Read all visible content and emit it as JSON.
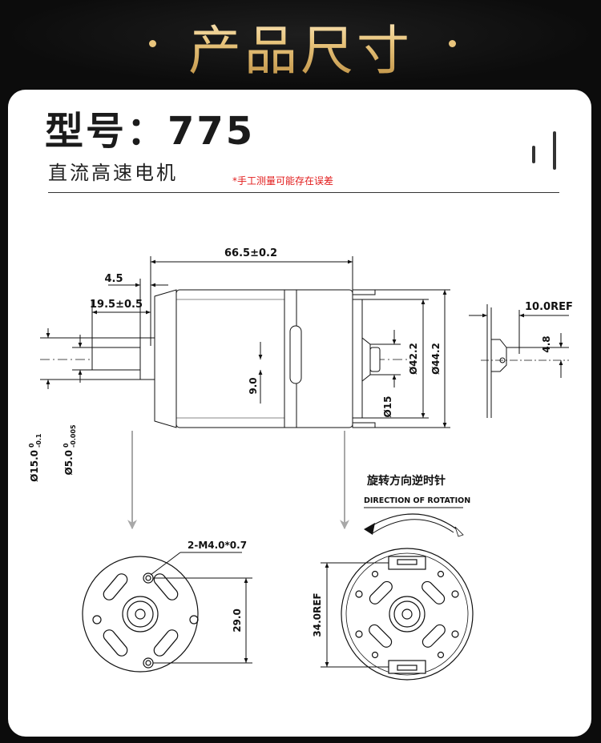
{
  "header": {
    "title": "产品尺寸"
  },
  "card": {
    "model_title": "型号：775",
    "subtitle": "直流高速电机",
    "note": "*手工测量可能存在误差"
  },
  "dimensions": {
    "total_length": "66.5±0.2",
    "shaft_step": "4.5",
    "shaft_length": "19.5±0.5",
    "boss_diameter": "Ø15.0",
    "boss_diameter_tol_upper": "0",
    "boss_diameter_tol_lower": "-0.1",
    "shaft_diameter": "Ø5.0",
    "shaft_diameter_tol_upper": "0",
    "shaft_diameter_tol_lower": "-0.005",
    "offset_9": "9.0",
    "diameter_42": "Ø42.2",
    "diameter_44": "Ø44.2",
    "diameter_15": "Ø15",
    "terminal_ref": "10.0REF",
    "terminal_height": "4.8",
    "screw_holes": "2-M4.0*0.7",
    "hole_spacing": "29.0",
    "brush_ref": "34.0REF"
  },
  "rotation": {
    "label_cn": "旋转方向逆时针",
    "label_en": "DIRECTION OF ROTATION"
  },
  "colors": {
    "background": "#0c0c0c",
    "gold": "#e8c47c",
    "card": "#ffffff",
    "note_red": "#e21b1b",
    "arrow_gray": "#aaaaaa"
  }
}
